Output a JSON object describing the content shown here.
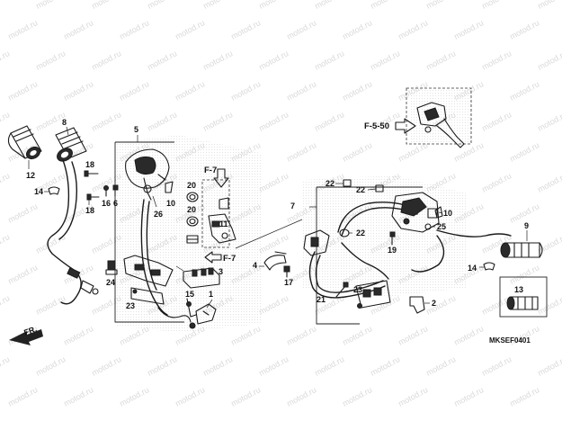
{
  "watermark_text": "motod.ru",
  "part_labels": [
    {
      "id": "p8",
      "text": "8"
    },
    {
      "id": "p12",
      "text": "12"
    },
    {
      "id": "p14a",
      "text": "14"
    },
    {
      "id": "p18a",
      "text": "18"
    },
    {
      "id": "p18b",
      "text": "18"
    },
    {
      "id": "p16",
      "text": "16"
    },
    {
      "id": "p6",
      "text": "6"
    },
    {
      "id": "p5",
      "text": "5"
    },
    {
      "id": "p10a",
      "text": "10"
    },
    {
      "id": "p26",
      "text": "26"
    },
    {
      "id": "p20a",
      "text": "20"
    },
    {
      "id": "p20b",
      "text": "20"
    },
    {
      "id": "p11",
      "text": "11"
    },
    {
      "id": "p3",
      "text": "3"
    },
    {
      "id": "p24",
      "text": "24"
    },
    {
      "id": "p15",
      "text": "15"
    },
    {
      "id": "p1",
      "text": "1"
    },
    {
      "id": "p23a",
      "text": "23"
    },
    {
      "id": "p4",
      "text": "4"
    },
    {
      "id": "p17",
      "text": "17"
    },
    {
      "id": "p7",
      "text": "7"
    },
    {
      "id": "p22a",
      "text": "22"
    },
    {
      "id": "p22b",
      "text": "22"
    },
    {
      "id": "p22c",
      "text": "22"
    },
    {
      "id": "p10b",
      "text": "10"
    },
    {
      "id": "p25",
      "text": "25"
    },
    {
      "id": "p19",
      "text": "19"
    },
    {
      "id": "p9",
      "text": "9"
    },
    {
      "id": "p14b",
      "text": "14"
    },
    {
      "id": "p21",
      "text": "21"
    },
    {
      "id": "p23b",
      "text": "23"
    },
    {
      "id": "p2",
      "text": "2"
    },
    {
      "id": "p13",
      "text": "13"
    }
  ],
  "references": {
    "f7_top": "F-7",
    "f7_bottom": "F-7",
    "f550": "F-5-50"
  },
  "front_label": "FR.",
  "diagram_code": "MKSEF0401"
}
